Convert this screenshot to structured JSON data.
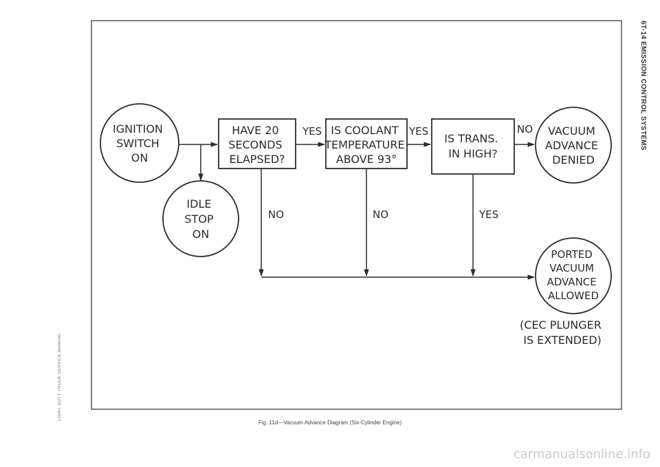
{
  "side_header": "6T-14 EMISSION CONTROL SYSTEMS",
  "side_footer": "LIGHT DUTY TRUCK SERVICE MANUAL",
  "caption": "Fig. 11d—Vacuum Advance Diagram (Six-Cylinder Engine)",
  "watermark": "carmanualsonline.info",
  "nodes": {
    "ignition_switch_on": [
      "IGNITION",
      "SWITCH",
      "ON"
    ],
    "idle_stop_on": [
      "IDLE",
      "STOP",
      "ON"
    ],
    "have_20_seconds_elapsed": [
      "HAVE 20",
      "SECONDS",
      "ELAPSED?"
    ],
    "is_coolant_temperature_above": [
      "IS COOLANT",
      "TEMPERATURE",
      "ABOVE 93°"
    ],
    "is_trans_in_high": [
      "IS TRANS.",
      "IN HIGH?"
    ],
    "vacuum_advance_denied": [
      "VACUUM",
      "ADVANCE",
      "DENIED"
    ],
    "ported_vacuum_advance_allowed": [
      "PORTED",
      "VACUUM",
      "ADVANCE",
      "ALLOWED"
    ]
  },
  "note": [
    "(CEC PLUNGER",
    "IS EXTENDED)"
  ],
  "edge_labels": {
    "seconds_to_coolant": "YES",
    "coolant_to_trans": "YES",
    "trans_to_denied": "NO",
    "seconds_no": "NO",
    "coolant_no": "NO",
    "trans_yes": "YES"
  },
  "colors": {
    "ink": "#2b2b2b",
    "paper": "#ffffff"
  }
}
